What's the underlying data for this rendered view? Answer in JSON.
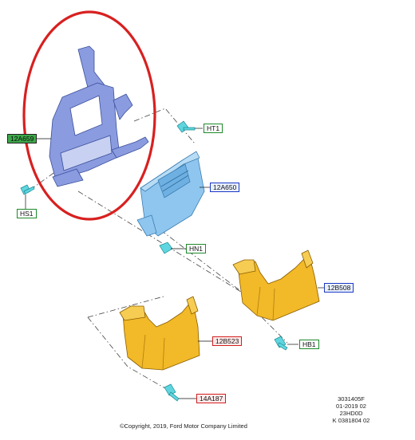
{
  "callouts": {
    "ht1": "HT1",
    "a12a659": "12A659",
    "hs1": "HS1",
    "a12a650": "12A650",
    "hn1": "HN1",
    "b12b508": "12B508",
    "b12b523": "12B523",
    "hb1": "HB1",
    "a14a187": "14A187"
  },
  "meta": {
    "line1": "3031405F",
    "line2": "01-2019 02",
    "line3": "23HD0D",
    "line4": "K 0381804 02"
  },
  "copyright": "©Copyright, 2019, Ford Motor Company Limited",
  "colors": {
    "bracket": "#7f92d8",
    "module": "#8fc6ef",
    "cover": "#f2b928",
    "clip": "#5fd6df",
    "highlight": "#d82020"
  }
}
